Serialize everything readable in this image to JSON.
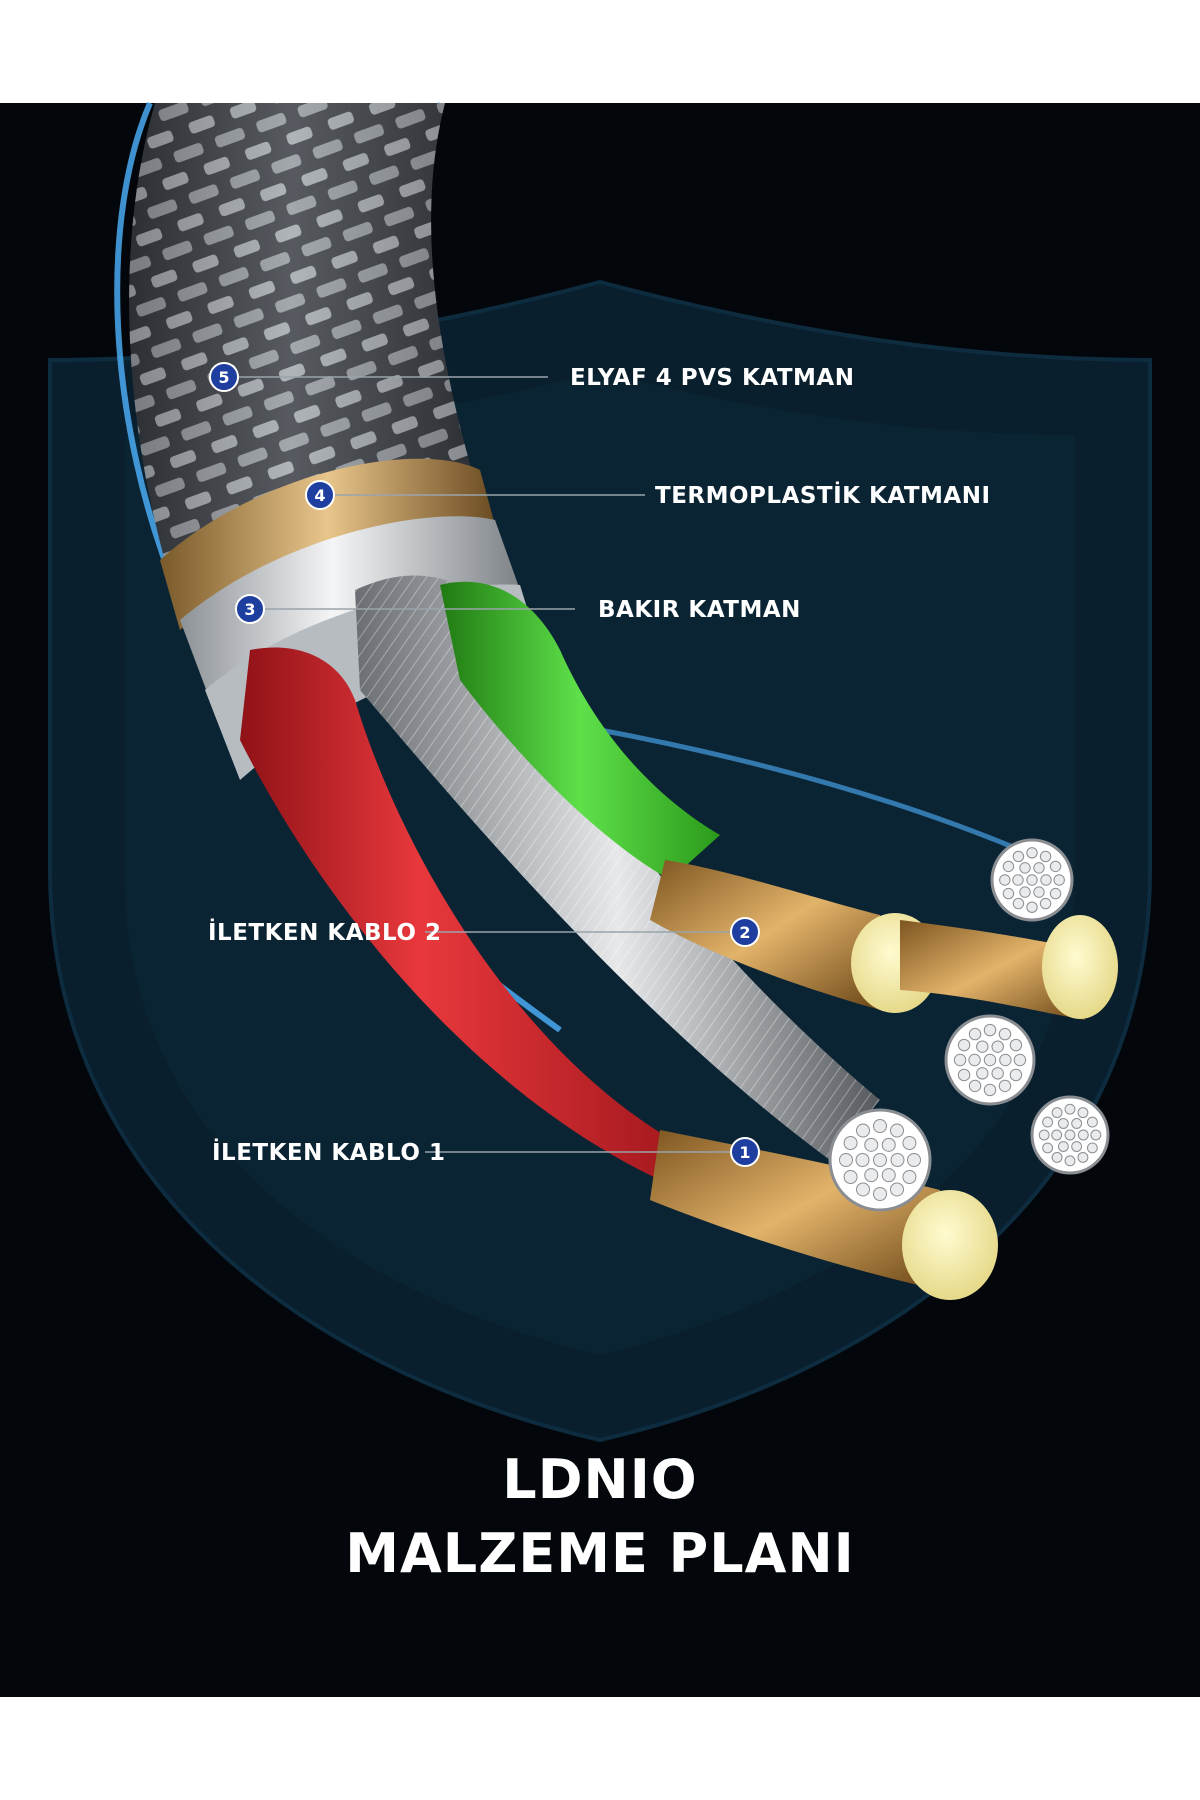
{
  "brand": "LDNIO",
  "subtitle": "MALZEME PLANI",
  "layers": [
    {
      "number": "5",
      "label": "ELYAF 4 PVS KATMAN"
    },
    {
      "number": "4",
      "label": "TERMOPLASTİK KATMANI"
    },
    {
      "number": "3",
      "label": "BAKIR KATMAN"
    },
    {
      "number": "2",
      "label": "İLETKEN KABLO 2"
    },
    {
      "number": "1",
      "label": "İLETKEN KABLO 1"
    }
  ],
  "colors": {
    "background": "#03070b",
    "shield": "#0a1f2d",
    "accent_glow": "#4fb3ff",
    "badge": "#1e3fa0",
    "red_wire": "#d8272d",
    "green_wire": "#3fc22b",
    "gold_ring": "#c89a55",
    "copper_core": "#efe6a0"
  }
}
